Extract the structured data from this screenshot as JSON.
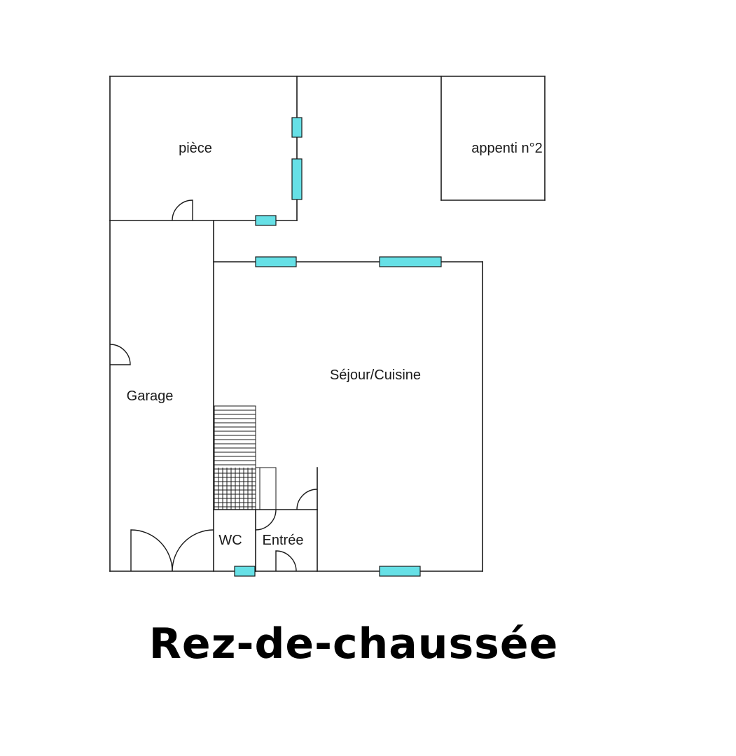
{
  "title": "Rez-de-chaussée",
  "rooms": {
    "piece": "pièce",
    "appenti": "appenti n°2",
    "sejour": "Séjour/Cuisine",
    "garage": "Garage",
    "wc": "WC",
    "entree": "Entrée"
  },
  "colors": {
    "window": "#66e0e6",
    "wall": "#1a1a1a",
    "background": "#ffffff"
  }
}
